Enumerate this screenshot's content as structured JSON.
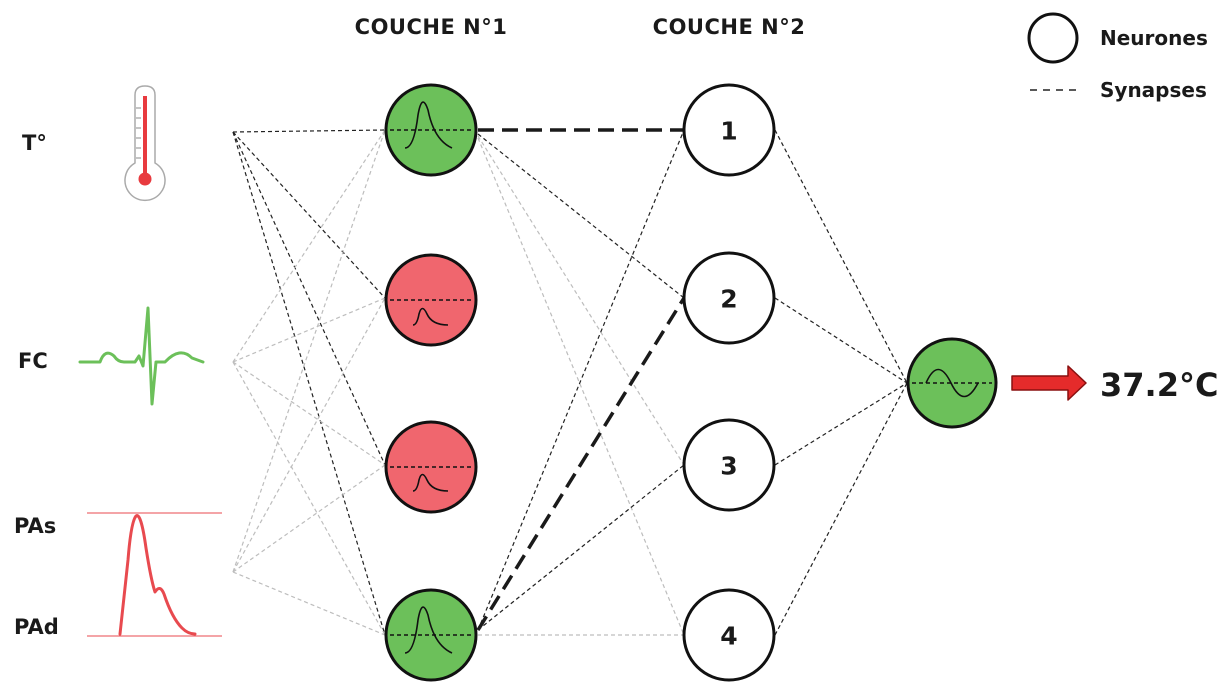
{
  "titles": {
    "layer1": "COUCHE N°1",
    "layer2": "COUCHE N°2"
  },
  "legend": {
    "neurons": "Neurones",
    "synapses": "Synapses"
  },
  "inputs": [
    {
      "label": "T°",
      "icon": "thermometer-icon"
    },
    {
      "label": "FC",
      "icon": "ecg-waveform-icon"
    },
    {
      "label": "PAs",
      "icon": "blood-pressure-waveform-icon"
    },
    {
      "label": "PAd",
      "icon": "blood-pressure-waveform-icon"
    }
  ],
  "layer1_neurons": [
    {
      "state": "active"
    },
    {
      "state": "inactive"
    },
    {
      "state": "inactive"
    },
    {
      "state": "active"
    }
  ],
  "layer2_neurons": [
    {
      "label": "1"
    },
    {
      "label": "2"
    },
    {
      "label": "3"
    },
    {
      "label": "4"
    }
  ],
  "output": {
    "state": "active",
    "value": "37.2°C"
  },
  "colors": {
    "active": "#6cc05a",
    "inactive": "#f0666e",
    "ecg": "#6cc05a",
    "pressure": "#e84a4f",
    "thermometer": "#e83a3f",
    "arrow": "#e52b2b",
    "synapse_dark": "#222222",
    "synapse_light": "#bdbdbd"
  }
}
